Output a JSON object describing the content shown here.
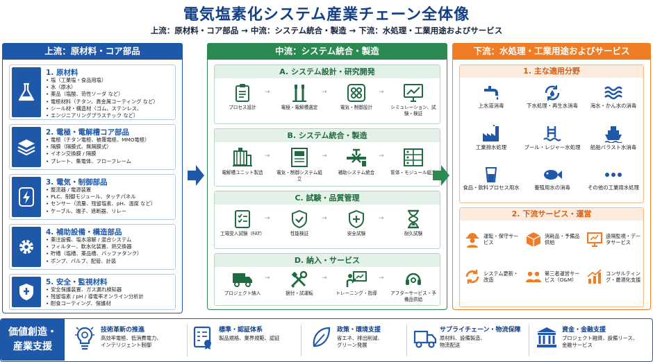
{
  "title": "電気塩素化システム産業チェーン全体像",
  "subtitle": "上流：原材料・コア部品 → 中流：システム統合・製造 → 下流：水処理・工業用途およびサービス",
  "colors": {
    "upstream": "#1f58a8",
    "midstream": "#2a8a52",
    "downstream": "#ef7d25"
  },
  "upstream": {
    "header": "上流：原材料・コア部品",
    "cards": [
      {
        "icon": "flask-icon",
        "title": "1. 原材料",
        "items": [
          "塩（工業塩・食品用塩）",
          "水（原水）",
          "薬品（塩酸、苛性ソーダ など）",
          "電極材料（チタン、貴金属コーティング など）",
          "シール材・構造材（ゴム、ステンレス、",
          "エンジニアリングプラスチック など）"
        ]
      },
      {
        "icon": "layers-icon",
        "title": "2. 電極・電解槽コア部品",
        "items": [
          "電極（チタン電極、被覆電極、MMO電極）",
          "隔膜（隔膜式、無隔膜式）",
          "イオン交換膜 / 隔膜",
          "プレート、集電体、フローフレーム"
        ]
      },
      {
        "icon": "lightning-icon",
        "title": "3. 電気・制御部品",
        "items": [
          "整流器 / 電源装置",
          "PLC、制御モジュール、タッチパネル",
          "センサー（流量、残留塩素、pH、温度 など）",
          "ケーブル、端子、遮断器、リレー"
        ]
      },
      {
        "icon": "gear-icon",
        "title": "4. 補助設備・構造部品",
        "items": [
          "薬注設備、塩水溶解 / 混合システム",
          "フィルター、軟水化装置、熱交換器",
          "貯槽（塩槽、薬品槽、バッファタンク）",
          "ポンプ、バルブ、配管、計装"
        ]
      },
      {
        "icon": "shield-icon",
        "title": "5. 安全・監視材料",
        "items": [
          "安全保護装置、ガス漏れ検知器",
          "残留塩素 / pH / 導電率オンライン分析計",
          "耐食コーティング、保護材"
        ]
      }
    ]
  },
  "midstream": {
    "header": "中流：システム統合・製造",
    "sections": [
      {
        "title": "A. システム設計・研究開発",
        "steps": [
          {
            "icon": "clipboard-icon",
            "label": "プロセス設計"
          },
          {
            "icon": "electrode-icon",
            "label": "電極・電解槽選定"
          },
          {
            "icon": "circuit-icon",
            "label": "電気・制御設計"
          },
          {
            "icon": "monitor-chart-icon",
            "label": "シミュレーション、試験・検証"
          }
        ]
      },
      {
        "title": "B. システム統合・製造",
        "steps": [
          {
            "icon": "electrolyzer-unit-icon",
            "label": "電解槽ユニット製造"
          },
          {
            "icon": "control-cabinet-icon",
            "label": "電気・制御システム組立"
          },
          {
            "icon": "valve-piping-icon",
            "label": "補助システム統合"
          },
          {
            "icon": "module-rack-icon",
            "label": "筐体・モジュール組立"
          }
        ]
      },
      {
        "title": "C. 試験・品質管理",
        "steps": [
          {
            "icon": "checklist-icon",
            "label": "工場受入試験（FAT）"
          },
          {
            "icon": "shield-check-icon",
            "label": "性能検証"
          },
          {
            "icon": "shield-plus-icon",
            "label": "安全試験"
          },
          {
            "icon": "hourglass-icon",
            "label": "耐久試験"
          }
        ]
      },
      {
        "title": "D. 納入・サービス",
        "steps": [
          {
            "icon": "truck-icon",
            "label": "プロジェクト納入"
          },
          {
            "icon": "tools-icon",
            "label": "据付・試運転"
          },
          {
            "icon": "trainer-icon",
            "label": "トレーニング・指導"
          },
          {
            "icon": "headset-icon",
            "label": "アフターサービス・予備品供給"
          }
        ]
      }
    ]
  },
  "downstream": {
    "header": "下流：水処理・工業用途およびサービス",
    "applications": {
      "title": "1. 主な適用分野",
      "items": [
        {
          "icon": "faucet-icon",
          "label": "上水道消毒"
        },
        {
          "icon": "recycle-water-icon",
          "label": "下水処理・再生水消毒"
        },
        {
          "icon": "waves-icon",
          "label": "海水・かん水の消毒"
        },
        {
          "icon": "factory-icon",
          "label": "工業排水処理"
        },
        {
          "icon": "pool-icon",
          "label": "プール・レジャー水処理"
        },
        {
          "icon": "ship-icon",
          "label": "船舶バラスト水消毒"
        },
        {
          "icon": "glass-icon",
          "label": "食品・飲料プロセス用水"
        },
        {
          "icon": "fish-icon",
          "label": "養殖用水の消毒"
        },
        {
          "icon": "dots-icon",
          "label": "その他の工業用水処理"
        }
      ]
    },
    "services": {
      "title": "2. 下流サービス・運営",
      "items": [
        {
          "icon": "worker-icon",
          "label": "運転・保守サービス"
        },
        {
          "icon": "box-icon",
          "label": "消耗品・予備品供給"
        },
        {
          "icon": "remote-monitor-icon",
          "label": "遠隔監視・データサービス"
        },
        {
          "icon": "refresh-icon",
          "label": "システム更新・改造"
        },
        {
          "icon": "team-icon",
          "label": "第三者運営サービス（O&M）"
        },
        {
          "icon": "growth-chart-icon",
          "label": "コンサルティング・最適化支援"
        }
      ]
    }
  },
  "support": {
    "header_line1": "価値創造・",
    "header_line2": "産業支援",
    "items": [
      {
        "icon": "lightbulb-icon",
        "title": "技術革新の推進",
        "desc1": "高効率電極、低消費電力、",
        "desc2": "インテリジェント制御"
      },
      {
        "icon": "certificate-icon",
        "title": "標準・認証体系",
        "desc1": "製品規格、業界規範、認証",
        "desc2": ""
      },
      {
        "icon": "leaf-icon",
        "title": "政策・環境支援",
        "desc1": "省エネ、排出削減、",
        "desc2": "グリーン発展"
      },
      {
        "icon": "delivery-truck-icon",
        "title": "サプライチェーン・物流保障",
        "desc1": "原材料、設備製造、",
        "desc2": "物流配送"
      },
      {
        "icon": "bank-icon",
        "title": "資金・金融支援",
        "desc1": "プロジェクト融資、設備リース、",
        "desc2": "金融サービス"
      }
    ]
  }
}
